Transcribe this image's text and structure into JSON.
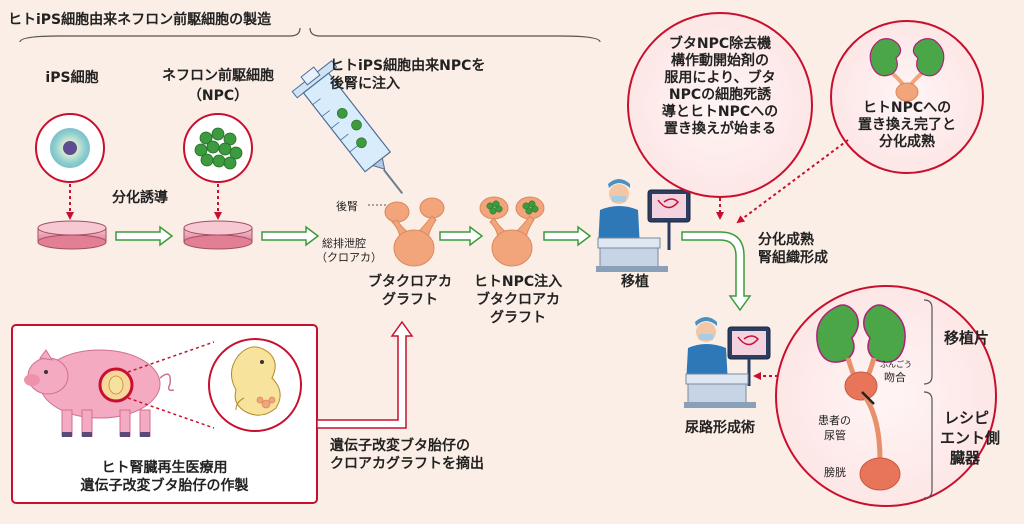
{
  "title": "ヒトiPS細胞由来ネフロン前駆細胞の製造",
  "labels": {
    "ips_cell": "iPS細胞",
    "npc_cell_line1": "ネフロン前駆細胞",
    "npc_cell_line2": "（NPC）",
    "differentiation": "分化誘導",
    "inject_line1": "ヒトiPS細胞由来NPCを",
    "inject_line2": "後腎に注入",
    "metanephros": "後腎",
    "cloaca_line1": "総排泄腔",
    "cloaca_line2": "（クロアカ）",
    "pig_graft_line1": "ブタクロアカ",
    "pig_graft_line2": "グラフト",
    "npc_graft_line1": "ヒトNPC注入",
    "npc_graft_line2": "ブタクロアカ",
    "npc_graft_line3": "グラフト",
    "transplant": "移植",
    "bubble1_lines": [
      "ブタNPC除去機",
      "構作動開始剤の",
      "服用により、ブタ",
      "NPCの細胞死誘",
      "導とヒトNPCへの",
      "置き換えが始まる"
    ],
    "bubble2_lines": [
      "ヒトNPCへの",
      "置き換え完了と",
      "分化成熟"
    ],
    "maturation_line1": "分化成熟",
    "maturation_line2": "腎組織形成",
    "urinary_formation": "尿路形成術",
    "graft_piece": "移植片",
    "ruby_anastomosis": "ふんごう",
    "anastomosis": "吻合",
    "patient_ureter_line1": "患者の",
    "patient_ureter_line2": "尿管",
    "bladder": "膀胱",
    "recipient_line1": "レシピ",
    "recipient_line2": "エント側",
    "recipient_line3": "臓器",
    "pig_box_line1": "ヒト腎臓再生医療用",
    "pig_box_line2": "遺伝子改変ブタ胎仔の作製",
    "extract_line1": "遺伝子改変ブタ胎仔の",
    "extract_line2": "クロアカグラフトを摘出"
  },
  "colors": {
    "background": "#fbeee6",
    "frame_red": "#c8102e",
    "arrow_green": "#3a9b3a",
    "graft_orange": "#f2a47a",
    "kidney_green": "#4aa646",
    "kidney_outline": "#b0207a",
    "dish_pink": "#e9879a",
    "pig_pink": "#f4aac0"
  }
}
